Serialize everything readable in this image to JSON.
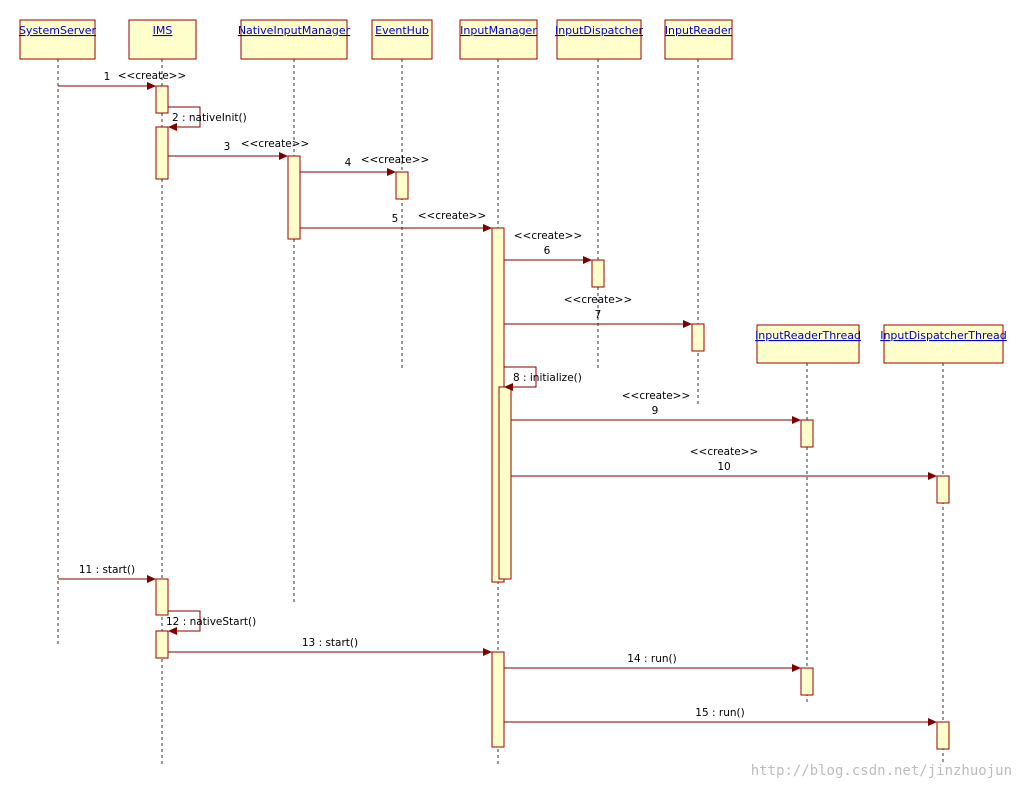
{
  "participants": [
    {
      "id": "systemserver",
      "name": "SystemServer"
    },
    {
      "id": "ims",
      "name": "IMS"
    },
    {
      "id": "nativeinputmanager",
      "name": "NativeInputManager"
    },
    {
      "id": "eventhub",
      "name": "EventHub"
    },
    {
      "id": "inputmanager",
      "name": "InputManager"
    },
    {
      "id": "inputdispatcher",
      "name": "InputDispatcher"
    },
    {
      "id": "inputreader",
      "name": "InputReader"
    },
    {
      "id": "inputreaderthread",
      "name": "InputReaderThread"
    },
    {
      "id": "inputdispatcherthread",
      "name": "InputDispatcherThread"
    }
  ],
  "messages": [
    {
      "id": "m1",
      "num": "1",
      "label": "",
      "stereotype": "<<create>>",
      "from": "systemserver",
      "to": "ims",
      "self": false
    },
    {
      "id": "m2",
      "num": "2",
      "label": "2 : nativeInit()",
      "stereotype": "",
      "from": "ims",
      "to": "ims",
      "self": true
    },
    {
      "id": "m3",
      "num": "3",
      "label": "",
      "stereotype": "<<create>>",
      "from": "ims",
      "to": "nativeinputmanager",
      "self": false
    },
    {
      "id": "m4",
      "num": "4",
      "label": "",
      "stereotype": "<<create>>",
      "from": "nativeinputmanager",
      "to": "eventhub",
      "self": false
    },
    {
      "id": "m5",
      "num": "5",
      "label": "",
      "stereotype": "<<create>>",
      "from": "nativeinputmanager",
      "to": "inputmanager",
      "self": false
    },
    {
      "id": "m6",
      "num": "6",
      "label": "",
      "stereotype": "<<create>>",
      "from": "inputmanager",
      "to": "inputdispatcher",
      "self": false
    },
    {
      "id": "m7",
      "num": "7",
      "label": "",
      "stereotype": "<<create>>",
      "from": "inputmanager",
      "to": "inputreader",
      "self": false
    },
    {
      "id": "m8",
      "num": "8",
      "label": "8 : initialize()",
      "stereotype": "",
      "from": "inputmanager",
      "to": "inputmanager",
      "self": true
    },
    {
      "id": "m9",
      "num": "9",
      "label": "",
      "stereotype": "<<create>>",
      "from": "inputmanager",
      "to": "inputreaderthread",
      "self": false
    },
    {
      "id": "m10",
      "num": "10",
      "label": "",
      "stereotype": "<<create>>",
      "from": "inputmanager",
      "to": "inputdispatcherthread",
      "self": false
    },
    {
      "id": "m11",
      "num": "11",
      "label": "11 : start()",
      "stereotype": "",
      "from": "systemserver",
      "to": "ims",
      "self": false
    },
    {
      "id": "m12",
      "num": "12",
      "label": "12 : nativeStart()",
      "stereotype": "",
      "from": "ims",
      "to": "ims",
      "self": true
    },
    {
      "id": "m13",
      "num": "13",
      "label": "13 : start()",
      "stereotype": "",
      "from": "ims",
      "to": "inputmanager",
      "self": false
    },
    {
      "id": "m14",
      "num": "14",
      "label": "14 : run()",
      "stereotype": "",
      "from": "inputmanager",
      "to": "inputreaderthread",
      "self": false
    },
    {
      "id": "m15",
      "num": "15",
      "label": "15 : run()",
      "stereotype": "",
      "from": "inputmanager",
      "to": "inputdispatcherthread",
      "self": false
    }
  ],
  "watermark": "http://blog.csdn.net/jinzhuojun",
  "colors": {
    "box_fill": "#ffffcc",
    "box_stroke": "#990000",
    "arrow": "#800000",
    "title_link": "#0000cc"
  }
}
